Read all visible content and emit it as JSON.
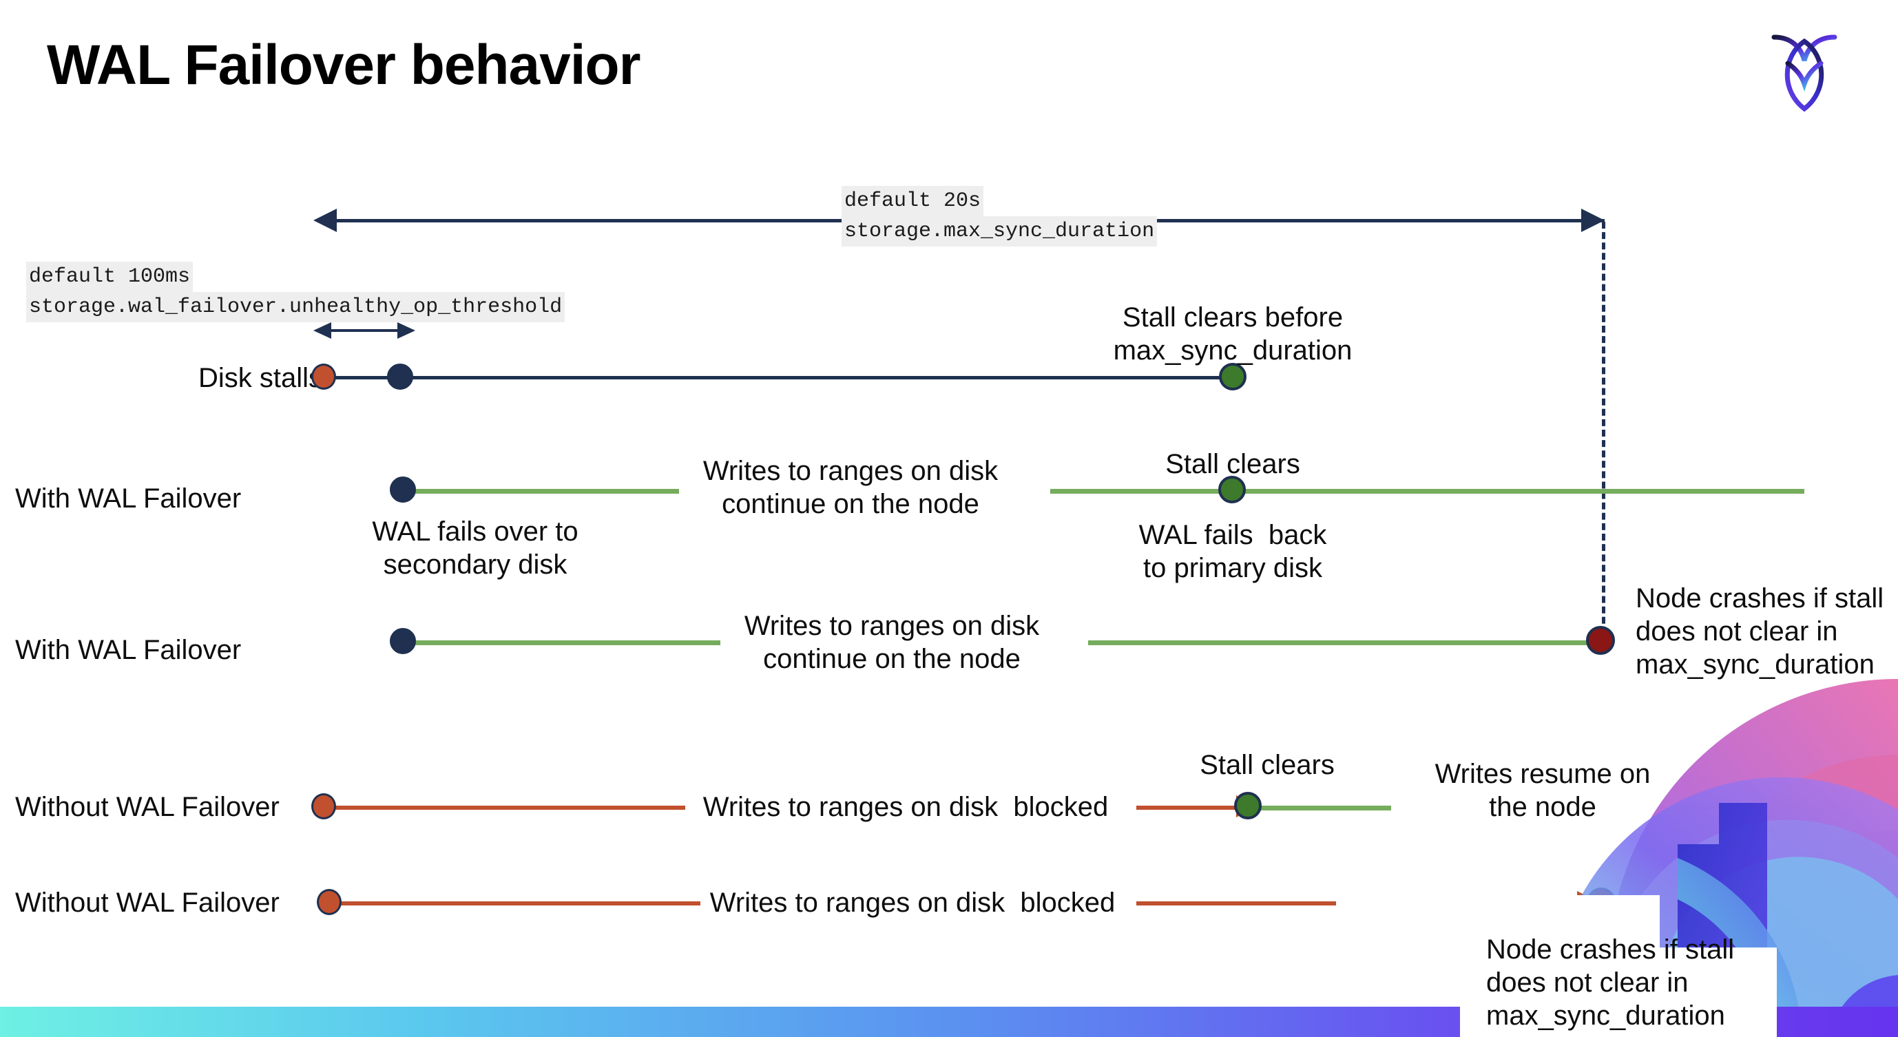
{
  "slide": {
    "title": "WAL Failover behavior",
    "logo_name": "cockroachdb-logo"
  },
  "settings": {
    "max_sync_duration": {
      "default": "default 20s",
      "name": "storage.max_sync_duration"
    },
    "unhealthy_op_threshold": {
      "default": "default 100ms",
      "name": "storage.wal_failover.unhealthy_op_threshold"
    }
  },
  "rows": [
    {
      "id": "disk-stalls",
      "label": "Disk stalls",
      "annotation_top": "Stall clears before\nmax_sync_duration"
    },
    {
      "id": "with-wal-failover-clears",
      "label": "With WAL Failover",
      "note_start": "WAL fails over to\nsecondary disk",
      "note_middle": "Writes to ranges on disk\ncontinue on the node",
      "note_clears": "Stall clears",
      "note_back": "WAL fails  back\nto primary disk"
    },
    {
      "id": "with-wal-failover-crash",
      "label": "With WAL Failover",
      "note_middle": "Writes to ranges on disk\ncontinue on the node",
      "note_crash": "Node crashes if stall\ndoes not clear in\nmax_sync_duration"
    },
    {
      "id": "without-wal-failover-clears",
      "label": "Without WAL Failover",
      "note_blocked": "Writes to ranges on disk  blocked",
      "note_clears": "Stall clears",
      "note_resume": "Writes resume on\nthe node"
    },
    {
      "id": "without-wal-failover-crash",
      "label": "Without WAL Failover",
      "note_blocked": "Writes to ranges on disk  blocked",
      "note_crash": "Node crashes if stall\ndoes not clear in\nmax_sync_duration"
    }
  ],
  "colors": {
    "navy": "#1f3050",
    "green_line": "#76ac5d",
    "green_dot": "#3d7a2b",
    "orange": "#c1502e",
    "red_dot": "#8b1616",
    "code_bg": "#eeeeee"
  }
}
